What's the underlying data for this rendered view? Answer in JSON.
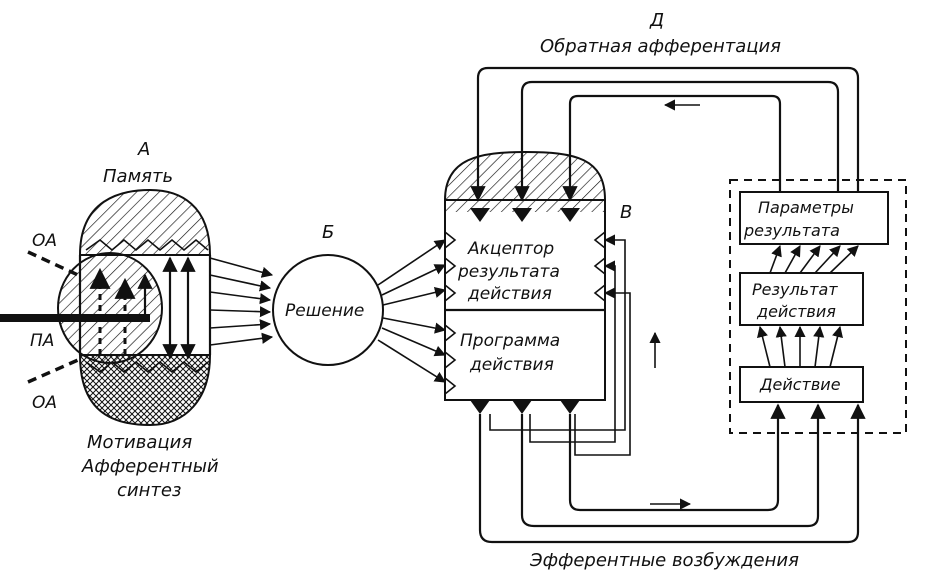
{
  "labels": {
    "d_letter": "Д",
    "feedback": "Обратная афферентация",
    "a_letter": "А",
    "memory": "Память",
    "b_letter": "Б",
    "decision": "Решение",
    "v_letter": "В",
    "oa_top": "ОА",
    "pa": "ПА",
    "oa_bottom": "ОА",
    "motivation": "Мотивация",
    "afferent": "Афферентный",
    "synthesis": "синтез",
    "acceptor_1": "Акцептор",
    "acceptor_2": "результата",
    "acceptor_3": "действия",
    "program_1": "Программа",
    "program_2": "действия",
    "params_1": "Параметры",
    "params_2": "результата",
    "result_1": "Результат",
    "result_2": "действия",
    "action": "Действие",
    "efferent": "Эфферентные возбуждения"
  }
}
